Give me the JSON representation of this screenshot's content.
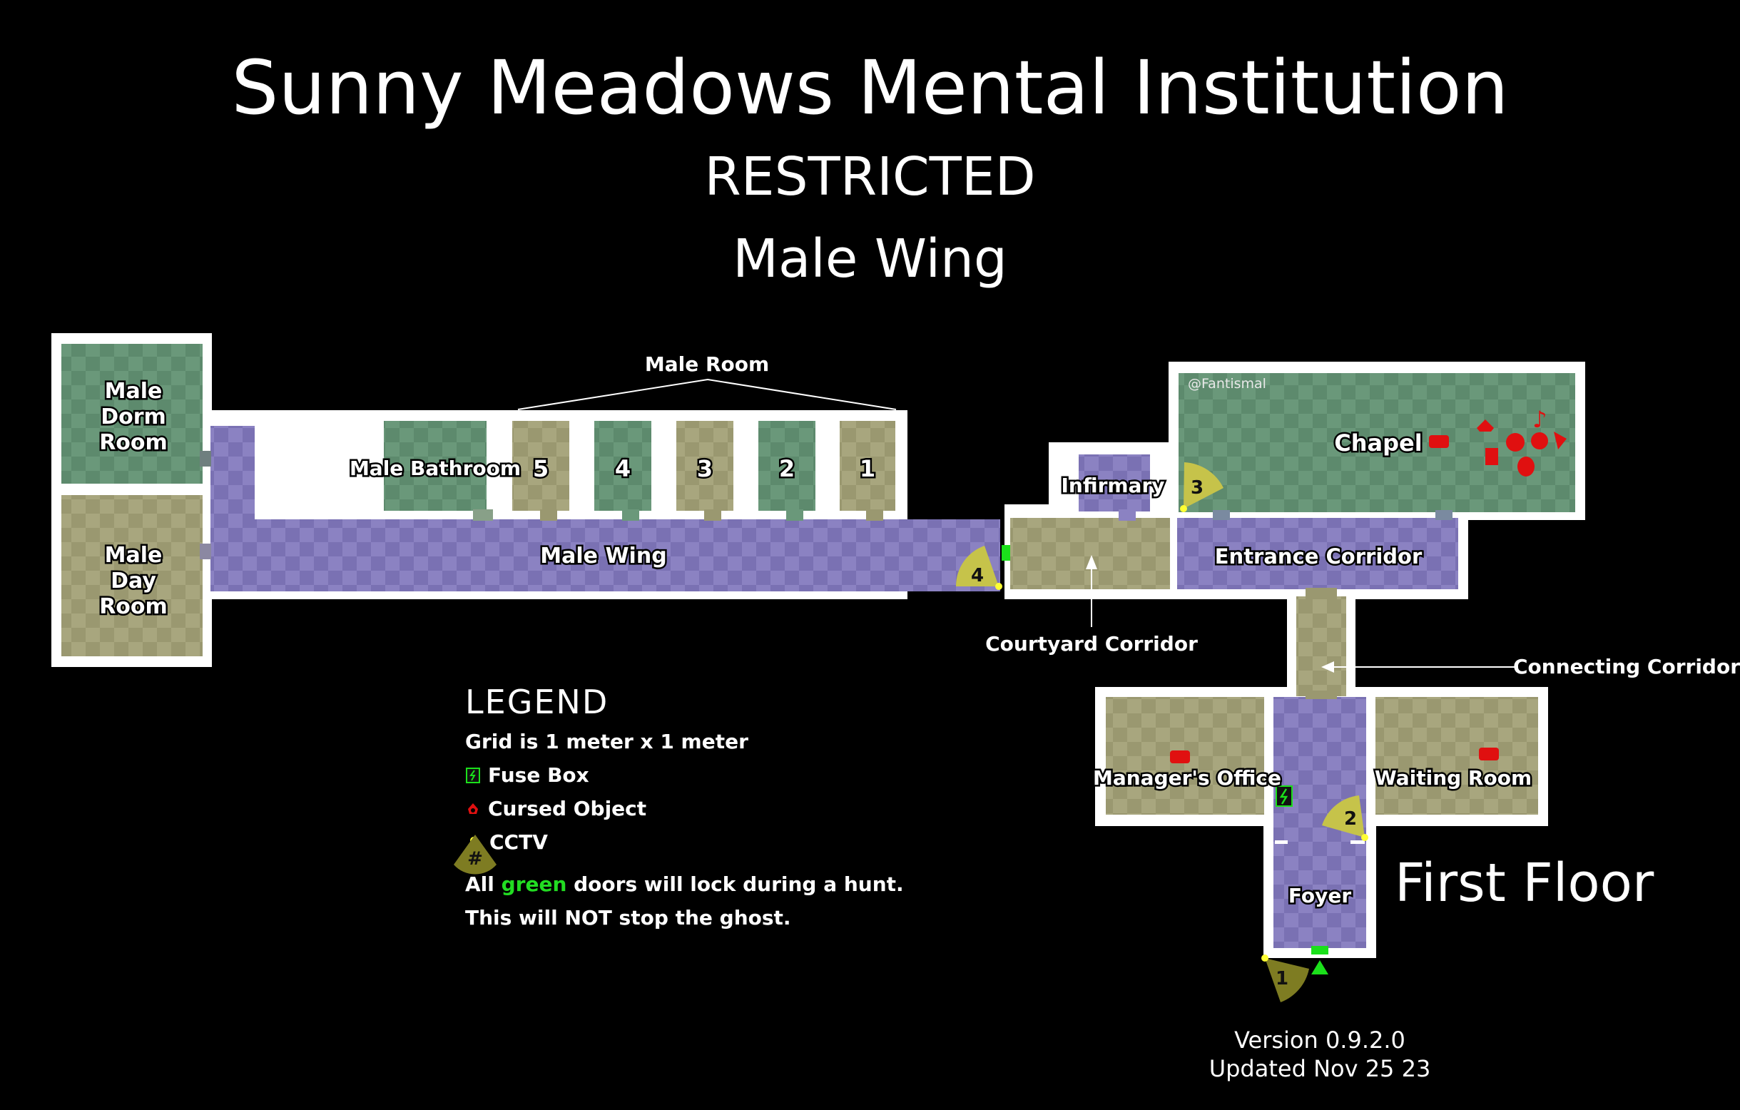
{
  "title": "Sunny Meadows Mental Institution",
  "subtitle": "RESTRICTED",
  "wing": "Male Wing",
  "floor_label": "First Floor",
  "credit": "@Fantismal",
  "version": "Version 0.9.2.0",
  "updated": "Updated Nov 25 23",
  "colors": {
    "purple": "#7a71b3",
    "green": "#5d8a6d",
    "olive": "#9a9870",
    "wall": "#ffffff",
    "cctv": "#9c9a3c",
    "door": "#1be01b",
    "cursed": "#e01010"
  },
  "rooms": {
    "male_dorm_room": "Male Dorm Room",
    "male_day_room": "Male Day Room",
    "male_bathroom": "Male Bathroom",
    "male_room_header": "Male Room",
    "male_room_5": "5",
    "male_room_4": "4",
    "male_room_3": "3",
    "male_room_2": "2",
    "male_room_1": "1",
    "male_wing": "Male Wing",
    "infirmary": "Infirmary",
    "chapel": "Chapel",
    "entrance_corridor": "Entrance Corridor",
    "courtyard_corridor": "Courtyard Corridor",
    "connecting_corridor": "Connecting Corridor",
    "managers_office": "Manager's Office",
    "waiting_room": "Waiting Room",
    "foyer": "Foyer"
  },
  "cameras": [
    "1",
    "2",
    "3",
    "4"
  ],
  "legend": {
    "heading": "LEGEND",
    "grid": "Grid is 1 meter x 1 meter",
    "fuse_box": "Fuse Box",
    "cursed_object": "Cursed Object",
    "cctv": "CCTV",
    "cctv_symbol": "#",
    "note_prefix": "All",
    "note_green": "green",
    "note_suffix": "doors will lock during a hunt.",
    "note_line2": "This will NOT stop the ghost."
  }
}
